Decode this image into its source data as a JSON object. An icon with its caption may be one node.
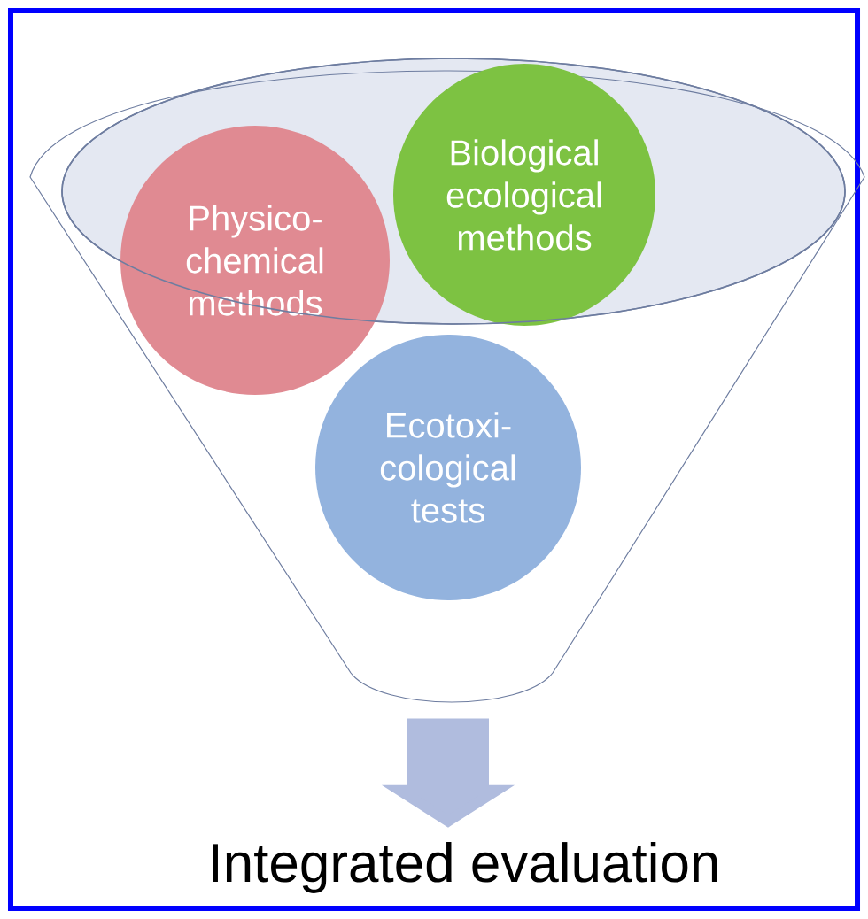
{
  "diagram": {
    "nodes": [
      {
        "text": [],
        "shape": "funnel"
      },
      {
        "text": [
          "Physico-chemical methods"
        ],
        "in": 0
      },
      {
        "text": [
          "Biological ecological methods"
        ],
        "in": 0
      },
      {
        "text": [
          "Ecotoxi-cological tests"
        ],
        "in": 0
      },
      {
        "text": [
          "Integrated evaluation"
        ]
      }
    ],
    "edges": [
      {
        "from": 0,
        "to": 4,
        "arrow": "to"
      }
    ]
  }
}
